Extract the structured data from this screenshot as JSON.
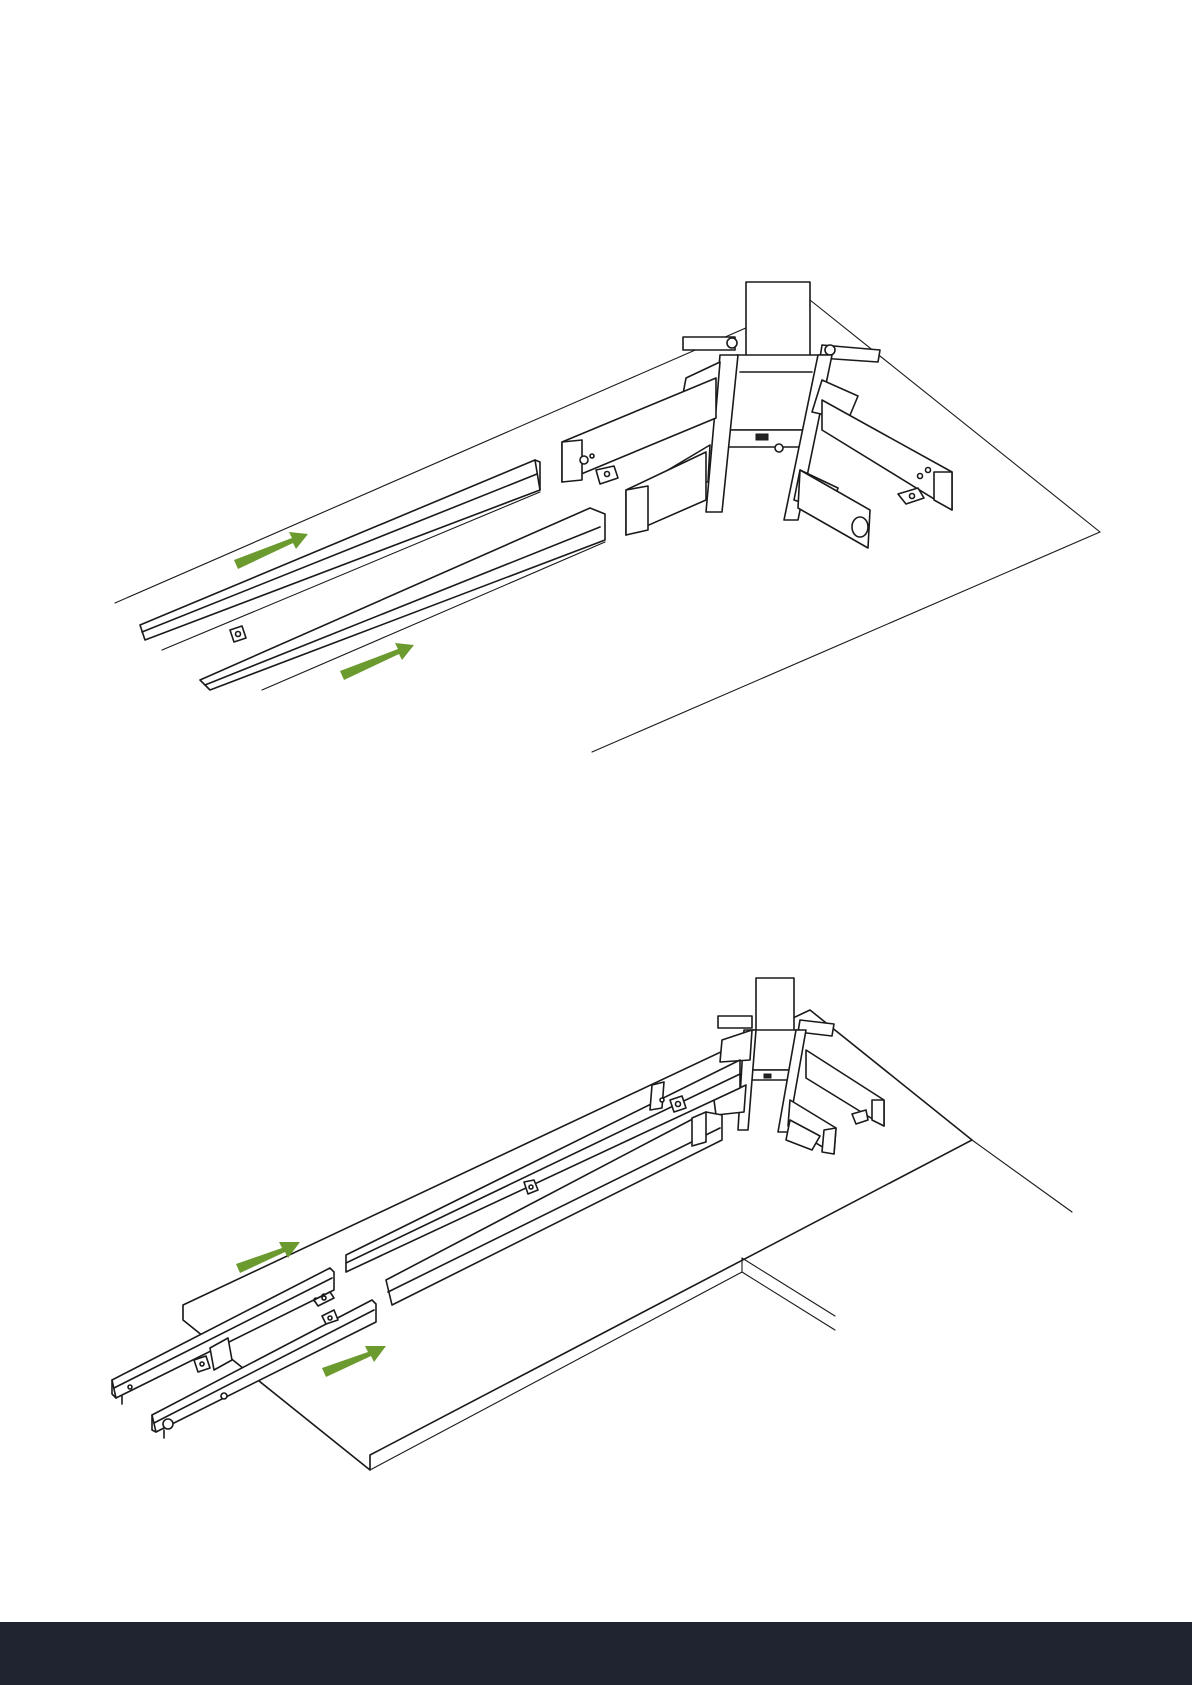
{
  "colors": {
    "arrow": "#6b9a2e",
    "line": "#1a1a1a",
    "background": "#ffffff",
    "footer": "#1f2430"
  },
  "steps": [
    {
      "name": "step-upper",
      "arrows": [
        {
          "name": "push-arrow-upper-rail",
          "icon": "green-arrow-icon"
        },
        {
          "name": "push-arrow-lower-rail",
          "icon": "green-arrow-icon"
        }
      ]
    },
    {
      "name": "step-lower",
      "arrows": [
        {
          "name": "push-arrow-upper-rail",
          "icon": "green-arrow-icon"
        },
        {
          "name": "push-arrow-lower-rail",
          "icon": "green-arrow-icon"
        }
      ]
    }
  ]
}
